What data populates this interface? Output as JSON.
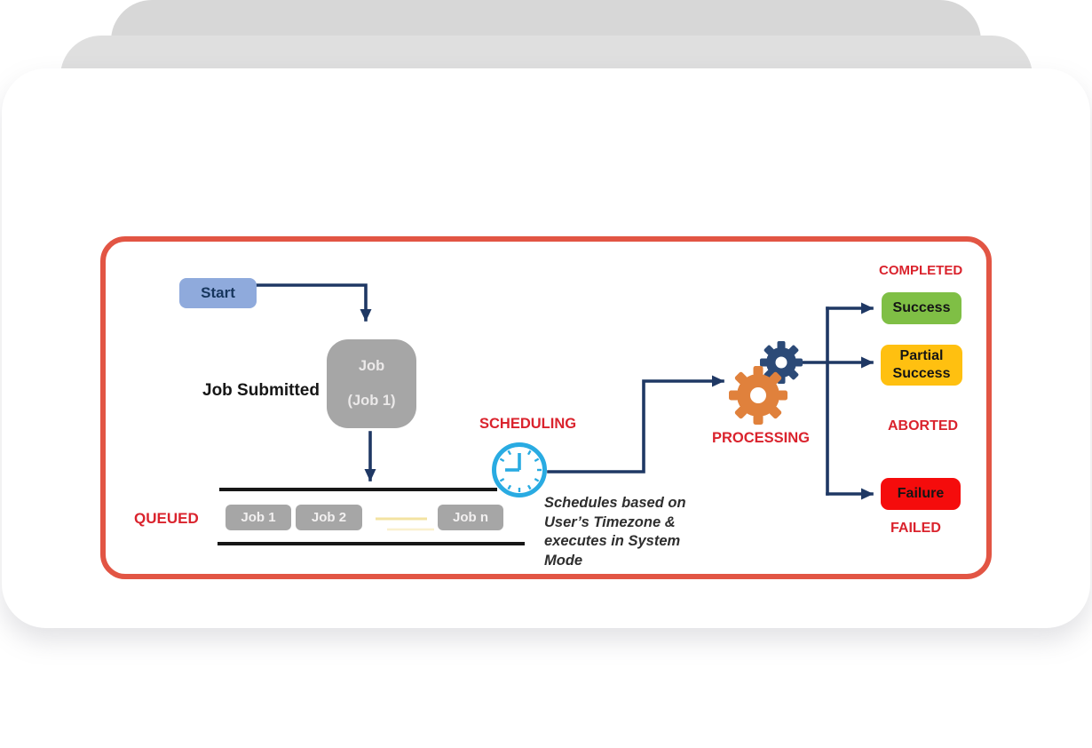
{
  "colors": {
    "page_bg": "#ffffff",
    "card_back_far": "#d7d7d7",
    "card_back_near": "#dfdfdf",
    "card_front": "#ffffff",
    "diagram_border_red": "#e25544",
    "arrow_navy": "#1f3864",
    "queue_line_black": "#161616",
    "queue_ellipsis_yellow": "#f3e3a2",
    "start_fill_blue": "#8faadc",
    "start_text_navy": "#17365d",
    "gray_box": "#a6a6a6",
    "label_red": "#da232d",
    "clock_blue": "#29abe2",
    "gear_navy": "#2c4a77",
    "gear_orange": "#e0813c",
    "success_green": "#7fbf45",
    "partial_amber": "#ffc010",
    "failure_red": "#f50c0c"
  },
  "flow": {
    "start_label": "Start",
    "job_line1": "Job",
    "job_line2": "(Job 1)",
    "job_submitted_label": "Job Submitted",
    "queued_label": "QUEUED",
    "queue_jobs": [
      "Job 1",
      "Job 2",
      "Job n"
    ],
    "scheduling_label": "SCHEDULING",
    "scheduling_note": "Schedules based on\nUser’s Timezone &\nexecutes in System\nMode",
    "processing_label": "PROCESSING",
    "completed_label": "COMPLETED",
    "success_label": "Success",
    "partial_success_label": "Partial\nSuccess",
    "aborted_label": "ABORTED",
    "failure_label": "Failure",
    "failed_label": "FAILED"
  }
}
